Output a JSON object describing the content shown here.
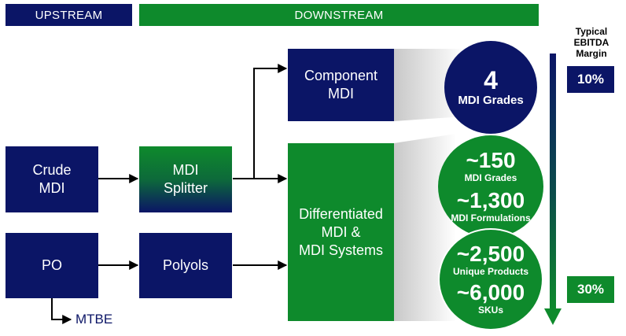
{
  "headers": {
    "upstream": "UPSTREAM",
    "downstream": "DOWNSTREAM"
  },
  "boxes": {
    "crude_mdi": "Crude\nMDI",
    "po": "PO",
    "mdi_splitter": "MDI\nSplitter",
    "polyols": "Polyols",
    "component_mdi": "Component\nMDI",
    "differentiated": "Differentiated\nMDI &\nMDI Systems"
  },
  "mtbe": "MTBE",
  "circles": {
    "grades4": {
      "value": "4",
      "label": "MDI Grades"
    },
    "grades150": {
      "value": "~150",
      "label": "MDI Grades"
    },
    "formulations": {
      "value": "~1,300",
      "label": "MDI Formulations"
    },
    "products": {
      "value": "~2,500",
      "label": "Unique Products"
    },
    "skus": {
      "value": "~6,000",
      "label": "SKUs"
    }
  },
  "margin": {
    "label": "Typical\nEBITDA\nMargin",
    "top": "10%",
    "bottom": "30%"
  },
  "colors": {
    "navy": "#0b1566",
    "green": "#0e8a2c",
    "arrow_dark": "#0b1566",
    "arrow_green": "#0e8a2c"
  }
}
